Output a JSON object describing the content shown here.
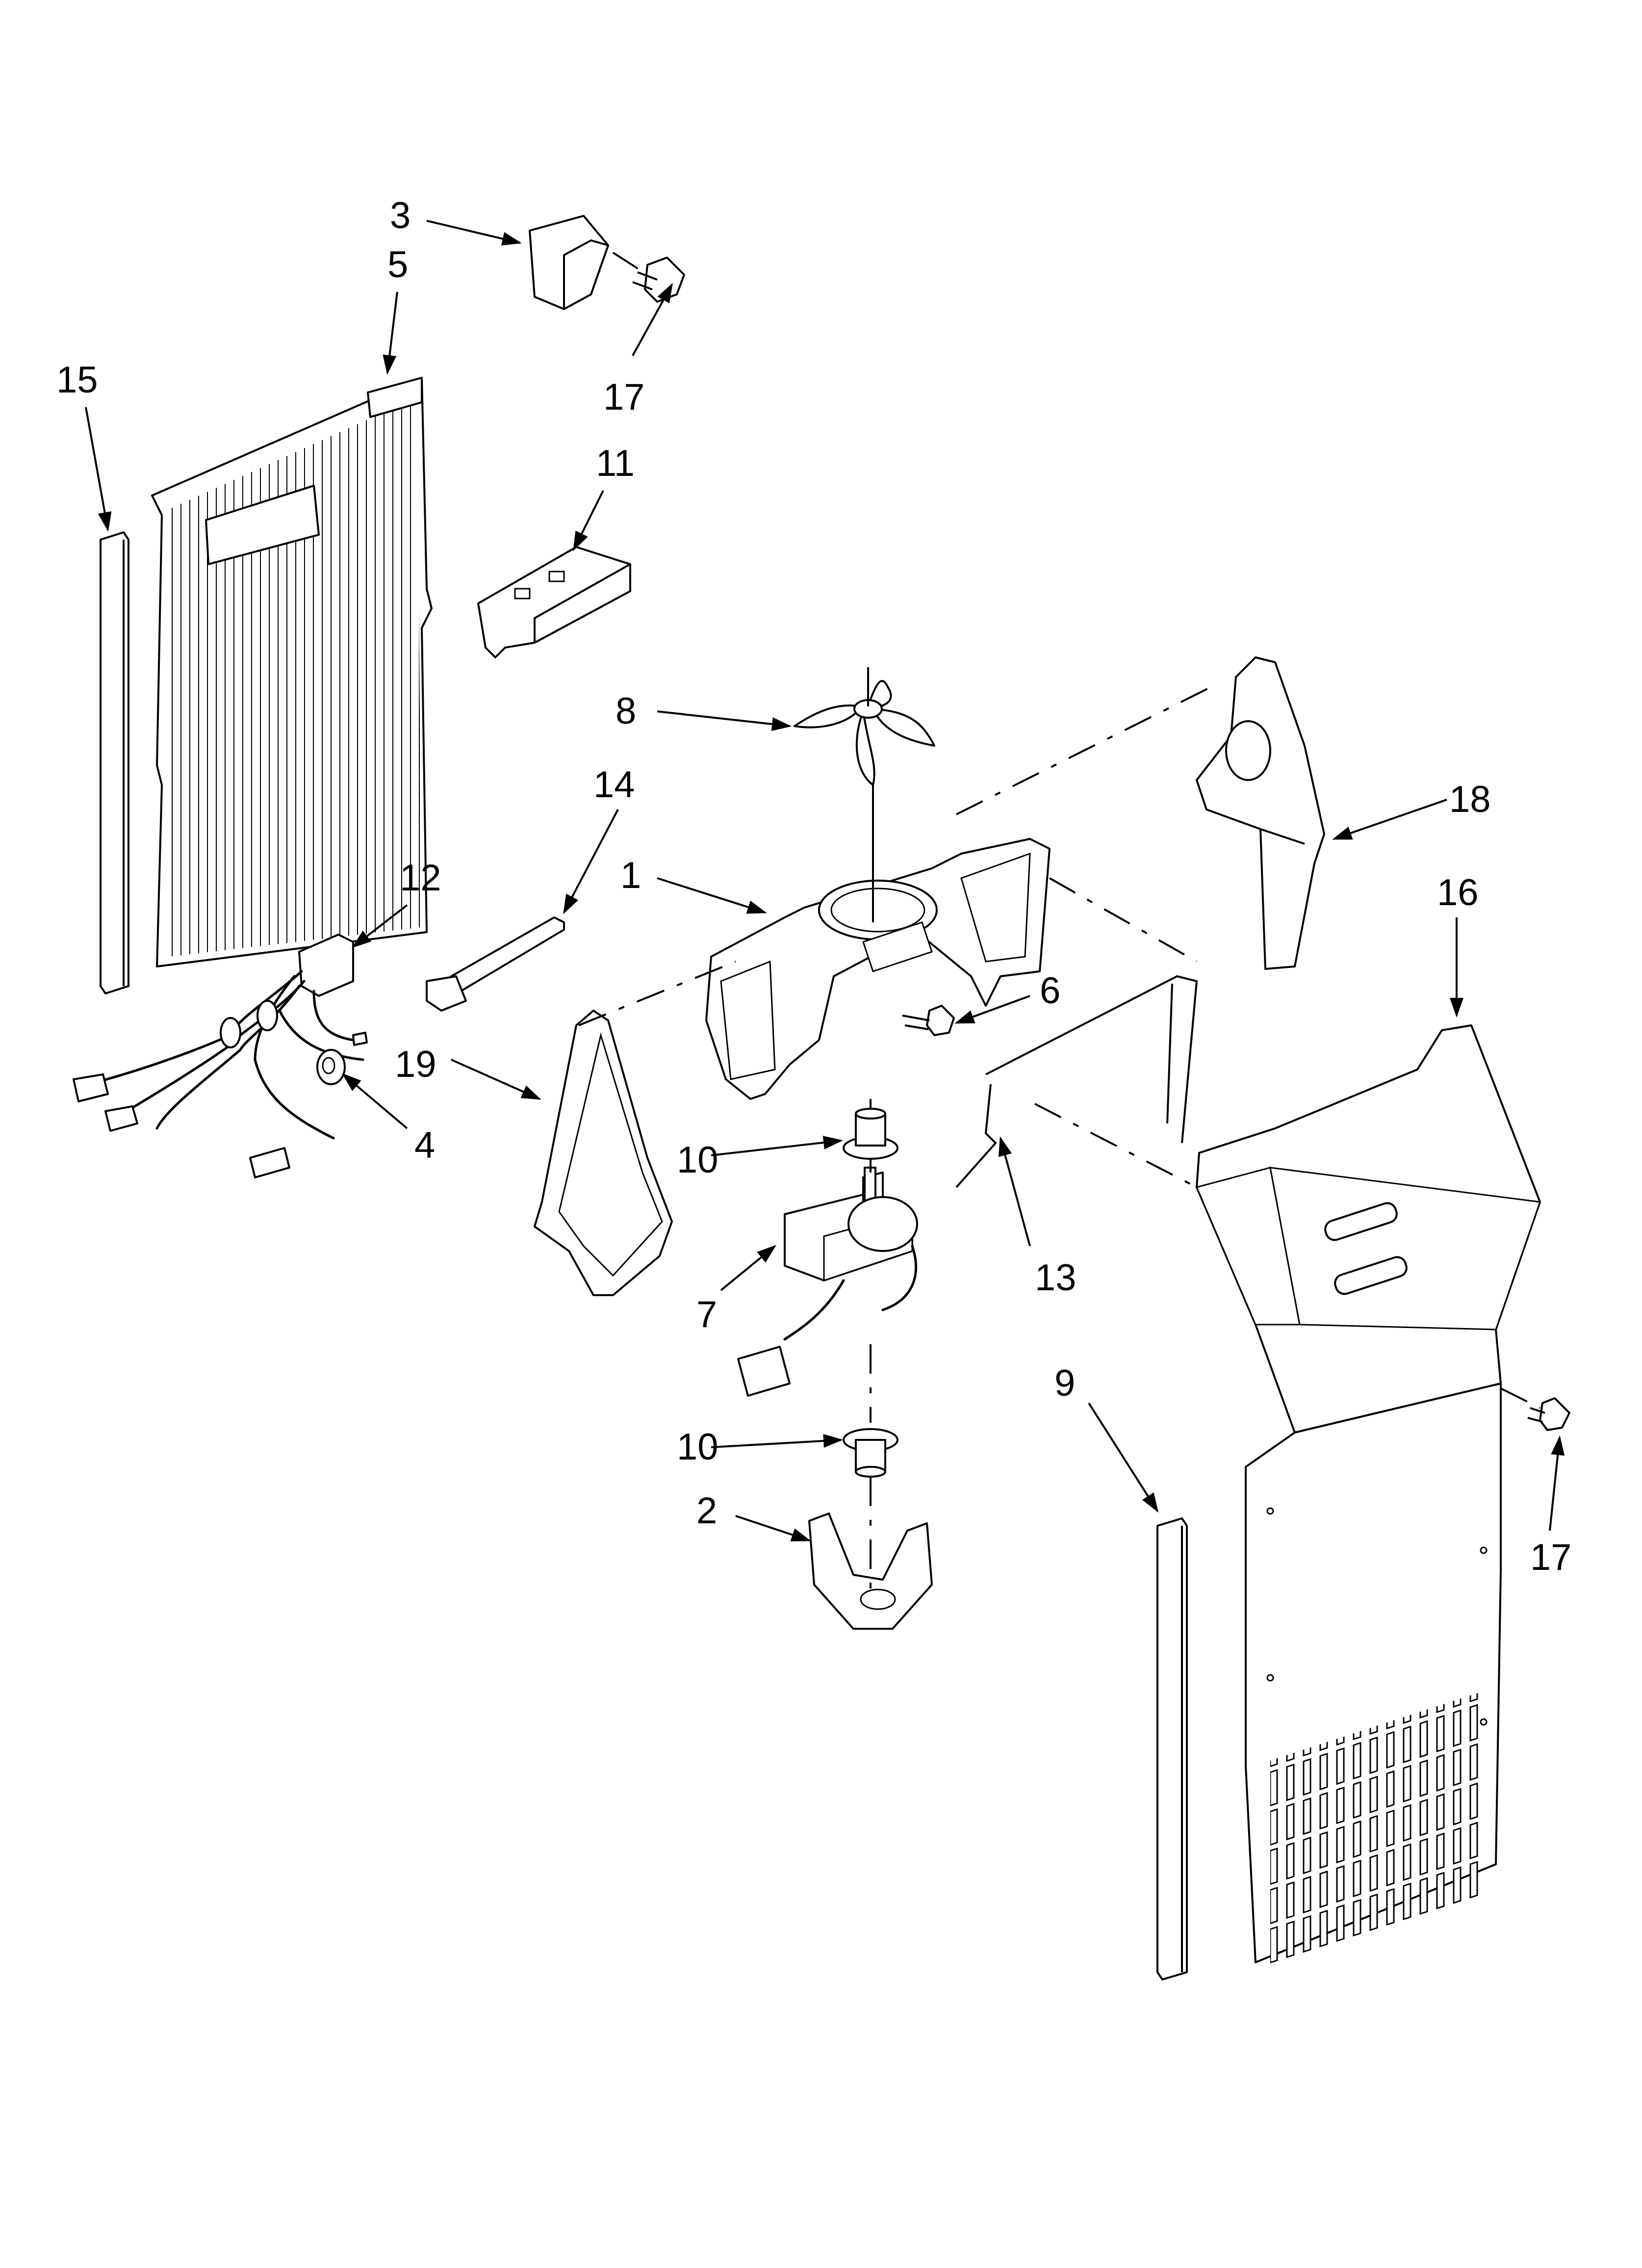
{
  "callouts": {
    "c1": "1",
    "c2": "2",
    "c3": "3",
    "c4": "4",
    "c5": "5",
    "c6": "6",
    "c7": "7",
    "c8": "8",
    "c9": "9",
    "c10a": "10",
    "c10b": "10",
    "c11": "11",
    "c12": "12",
    "c13": "13",
    "c14": "14",
    "c15": "15",
    "c16": "16",
    "c17a": "17",
    "c17b": "17",
    "c18": "18",
    "c19": "19"
  }
}
